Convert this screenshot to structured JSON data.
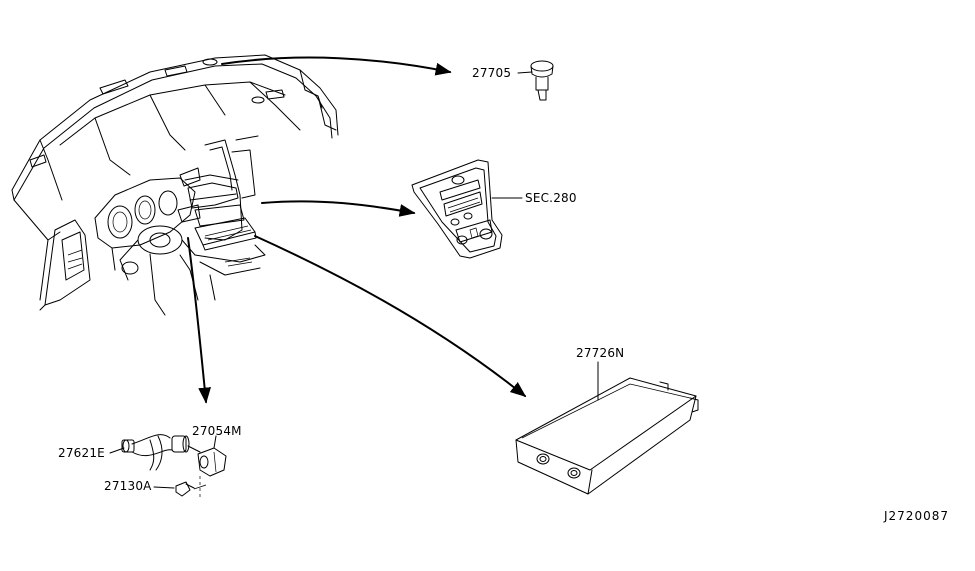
{
  "parts": {
    "p27705": "27705",
    "sec280": "SEC.280",
    "p27726n": "27726N",
    "p27054m": "27054M",
    "p27621e": "27621E",
    "p27130a": "27130A"
  },
  "diagram_code": "J2720087"
}
